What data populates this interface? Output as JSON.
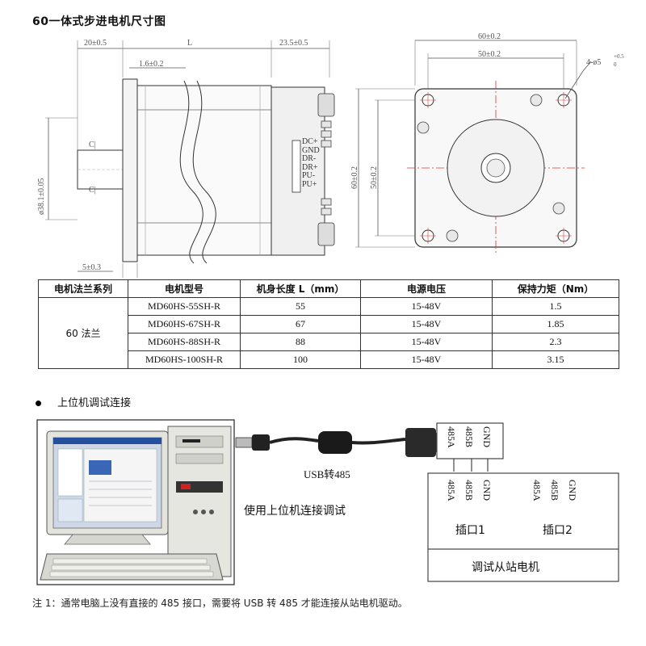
{
  "page": {
    "title": "60一体式步进电机尺寸图",
    "section_heading": "上位机调试连接",
    "note": "注 1：通常电脑上没有直接的 485 接口，需要将 USB 转 485 才能连接从站电机驱动。"
  },
  "dimensions": {
    "front_width": "20±0.5",
    "body_length": "L",
    "rear_length": "23.5±0.5",
    "step": "1.6±0.2",
    "shaft_dia": "ø38.1±0.05",
    "bottom": "5±0.3",
    "outer_square_h": "60±0.2",
    "hole_pitch_h": "50±0.2",
    "outer_square_v": "60±0.2",
    "hole_pitch_v": "50±0.2",
    "holes": "4-ø5",
    "hole_tol_top": "+0.5",
    "hole_tol_bottom": "0",
    "c_label_1": "C|",
    "c_label_2": "C|"
  },
  "connector_pins": [
    "DC+",
    "GND",
    "DR-",
    "DR+",
    "PU-",
    "PU+"
  ],
  "spec_table": {
    "headers": [
      "电机法兰系列",
      "电机型号",
      "机身长度 L（mm）",
      "电源电压",
      "保持力矩（Nm）"
    ],
    "flange": "60 法兰",
    "rows": [
      {
        "model": "MD60HS-55SH-R",
        "length": "55",
        "voltage": "15-48V",
        "torque": "1.5"
      },
      {
        "model": "MD60HS-67SH-R",
        "length": "67",
        "voltage": "15-48V",
        "torque": "1.85"
      },
      {
        "model": "MD60HS-88SH-R",
        "length": "88",
        "voltage": "15-48V",
        "torque": "2.3"
      },
      {
        "model": "MD60HS-100SH-R",
        "length": "100",
        "voltage": "15-48V",
        "torque": "3.15"
      }
    ]
  },
  "connection": {
    "cable_label": "USB转485",
    "computer_caption": "使用上位机连接调试",
    "adapter_pins": [
      "485A",
      "485B",
      "GND"
    ],
    "port1_pins": [
      "485A",
      "485B",
      "GND"
    ],
    "port2_pins": [
      "485A",
      "485B",
      "GND"
    ],
    "port1_label": "插口1",
    "port2_label": "插口2",
    "slave_label": "调试从站电机"
  }
}
